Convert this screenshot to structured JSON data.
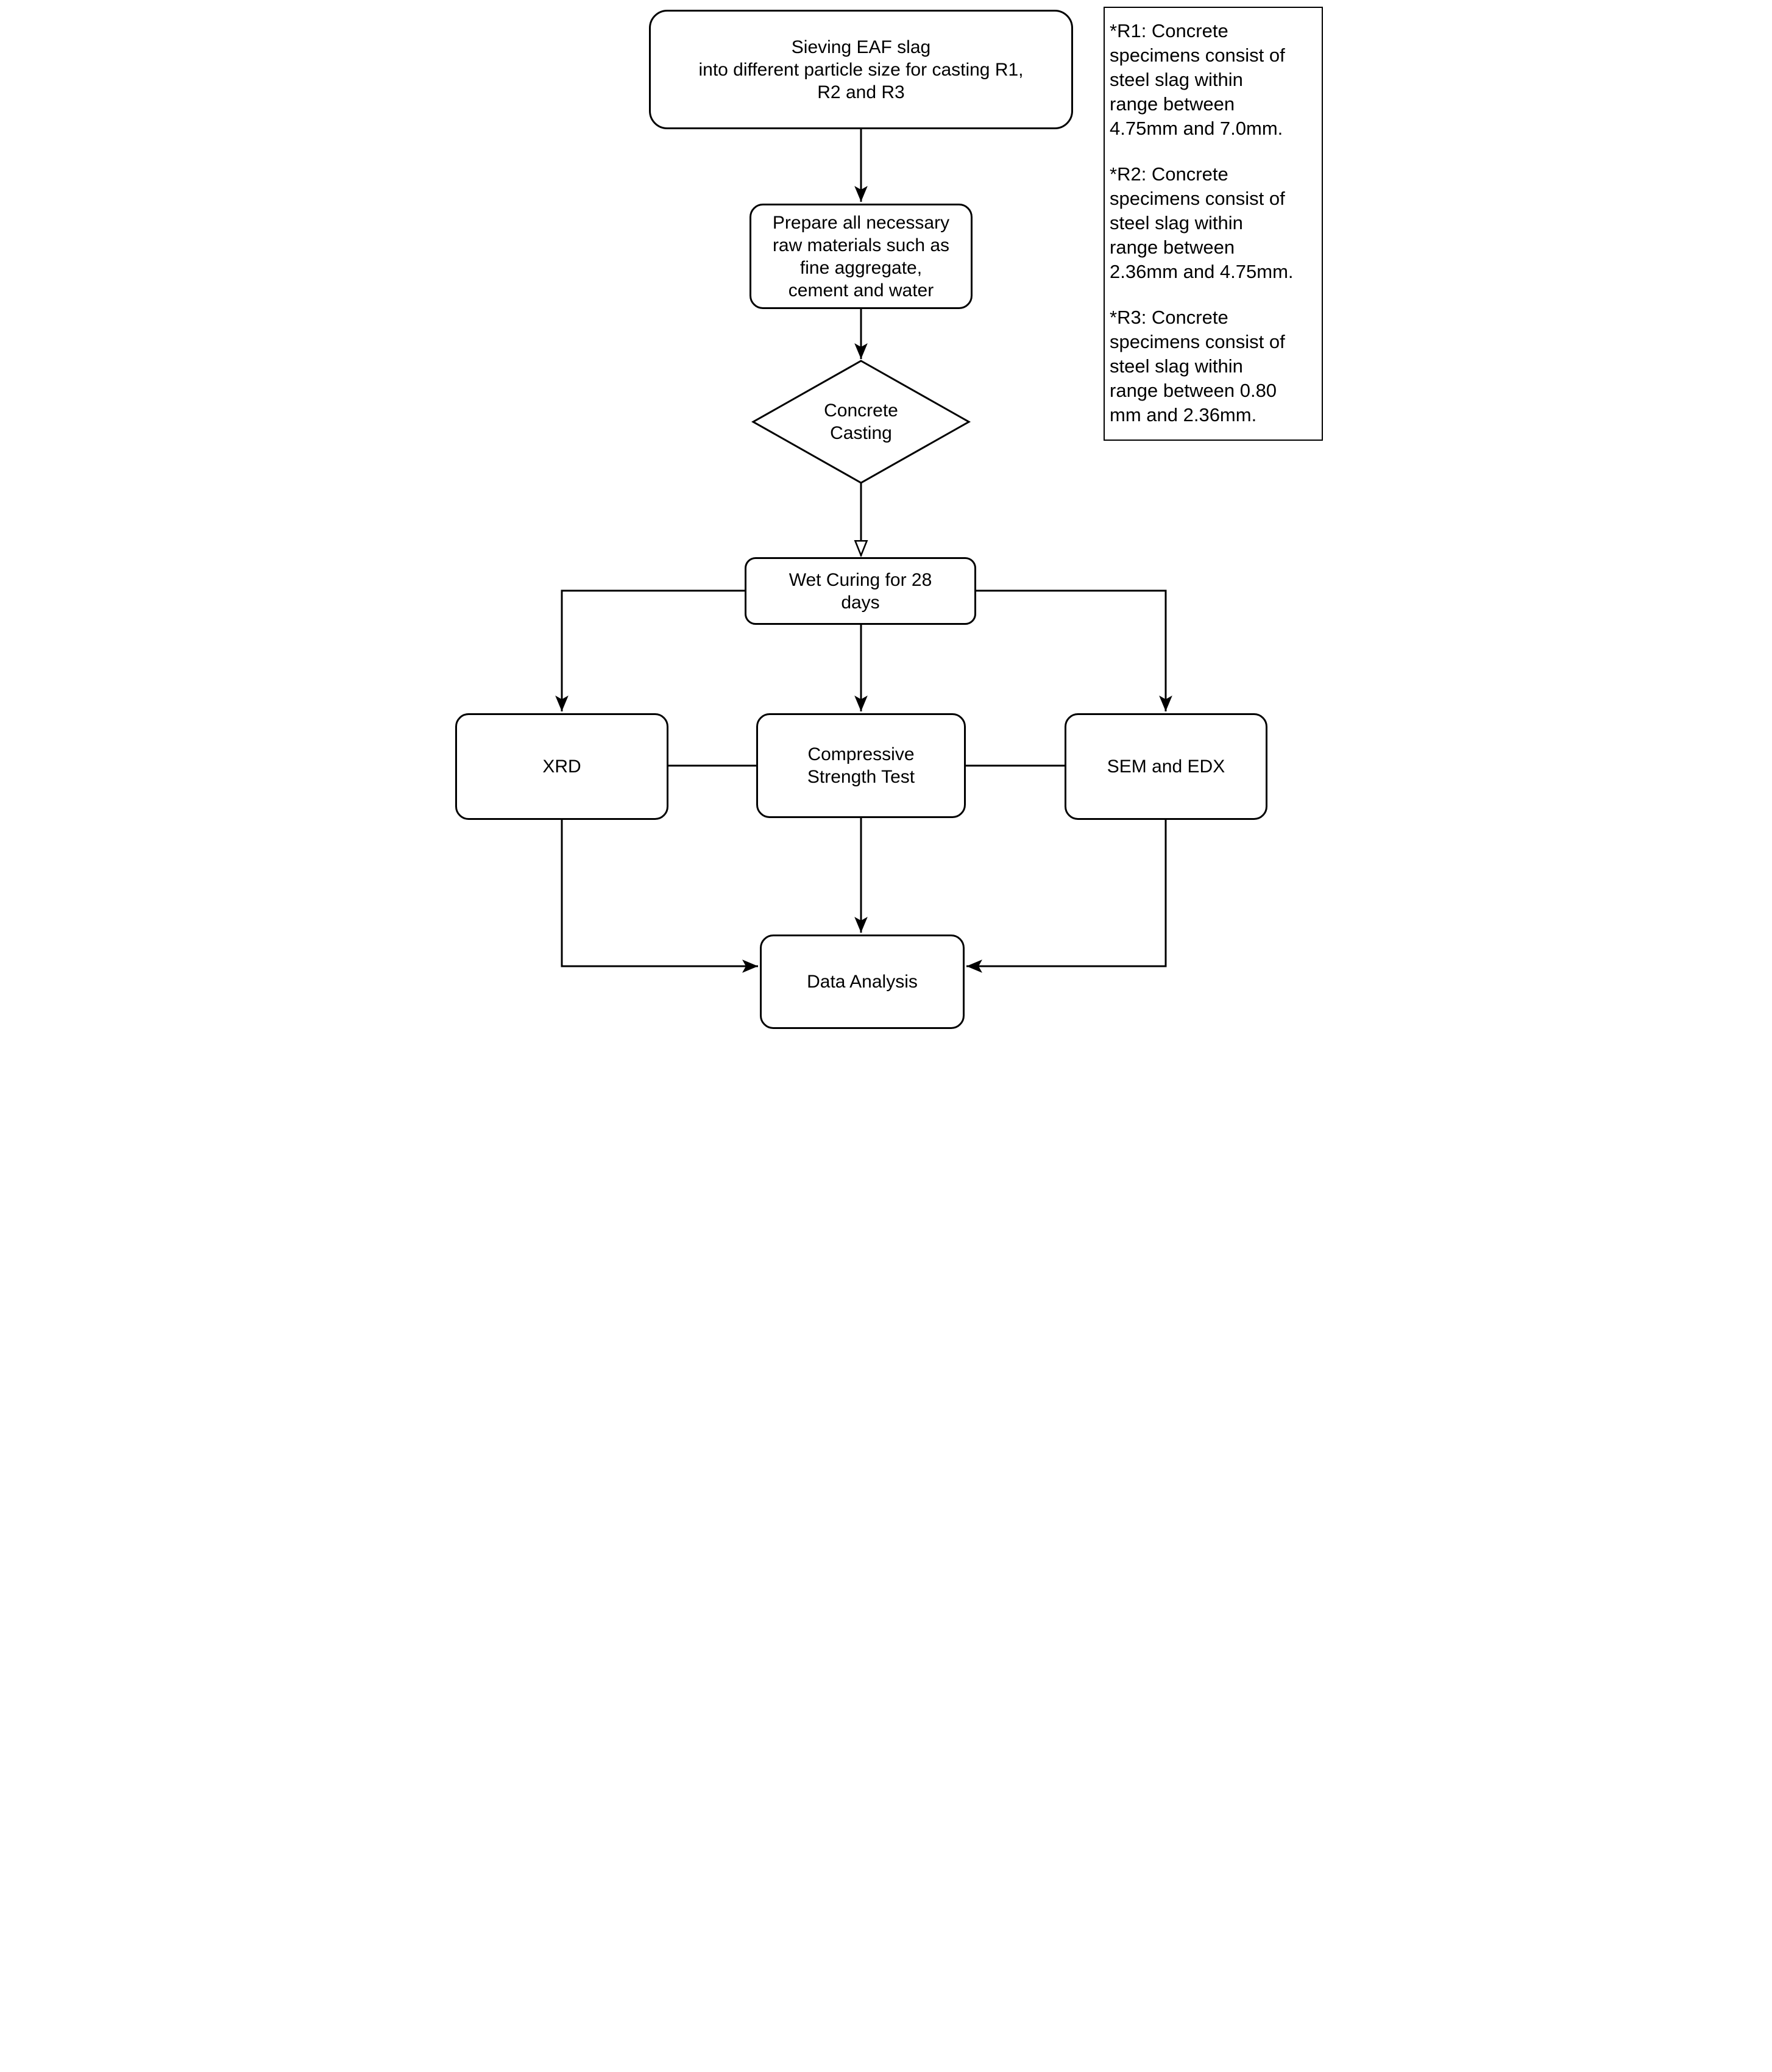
{
  "flowchart": {
    "nodes": {
      "sieving": {
        "label": "Sieving EAF slag\ninto different particle size for casting R1,\nR2 and R3",
        "shape": "rounded-rect"
      },
      "prepare": {
        "label": "Prepare all necessary\nraw materials such as\nfine aggregate,\ncement and water",
        "shape": "rounded-rect"
      },
      "casting": {
        "label": "Concrete\nCasting",
        "shape": "diamond"
      },
      "curing": {
        "label": "Wet Curing for 28\ndays",
        "shape": "rounded-rect"
      },
      "xrd": {
        "label": "XRD",
        "shape": "rounded-rect"
      },
      "compressive": {
        "label": "Compressive\nStrength Test",
        "shape": "rounded-rect"
      },
      "sem": {
        "label": "SEM and EDX",
        "shape": "rounded-rect"
      },
      "analysis": {
        "label": "Data Analysis",
        "shape": "rounded-rect"
      }
    },
    "edges": [
      {
        "from": "sieving",
        "to": "prepare",
        "arrowhead": "filled"
      },
      {
        "from": "prepare",
        "to": "casting",
        "arrowhead": "filled"
      },
      {
        "from": "casting",
        "to": "curing",
        "arrowhead": "hollow"
      },
      {
        "from": "curing",
        "to": "xrd",
        "arrowhead": "filled"
      },
      {
        "from": "curing",
        "to": "compressive",
        "arrowhead": "filled"
      },
      {
        "from": "curing",
        "to": "sem",
        "arrowhead": "filled"
      },
      {
        "from": "xrd",
        "to": "compressive",
        "arrowhead": "none"
      },
      {
        "from": "compressive",
        "to": "sem",
        "arrowhead": "none"
      },
      {
        "from": "xrd",
        "to": "analysis",
        "arrowhead": "filled"
      },
      {
        "from": "compressive",
        "to": "analysis",
        "arrowhead": "filled"
      },
      {
        "from": "sem",
        "to": "analysis",
        "arrowhead": "filled"
      }
    ],
    "notes": {
      "paragraphs": [
        "*R1: Concrete\nspecimens consist of\nsteel slag within\nrange between\n4.75mm and 7.0mm.",
        "*R2: Concrete\nspecimens consist of\nsteel slag within\nrange between\n2.36mm and 4.75mm.",
        "*R3: Concrete\nspecimens consist of\nsteel slag within\nrange between 0.80\nmm and 2.36mm."
      ]
    },
    "colors": {
      "stroke": "#000000",
      "fill": "#ffffff",
      "text": "#000000"
    }
  }
}
